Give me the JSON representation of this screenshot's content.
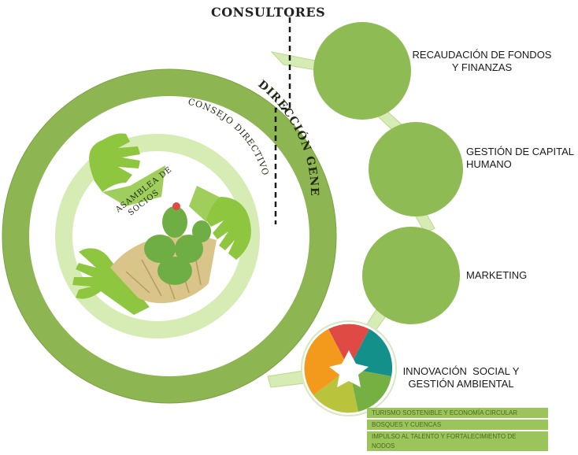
{
  "diagram": {
    "top_label": "CONSULTORES",
    "outer_ring_label": "DIRECCIÓN GENERAL",
    "middle_ring_label": "CONSEJO DIRECTIVO",
    "inner_label_line1": "ASAMBLEA DE",
    "inner_label_line2": "SOCIOS",
    "nodes": [
      {
        "line1": "RECAUDACIÓN DE FONDOS",
        "line2": "Y FINANZAS"
      },
      {
        "line1": "GESTIÓN DE CAPITAL",
        "line2": "HUMANO"
      },
      {
        "line1": "MARKETING",
        "line2": ""
      },
      {
        "line1": "INNOVACIÓN  SOCIAL Y",
        "line2": "GESTIÓN AMBIENTAL"
      }
    ],
    "sub_items": [
      "TURISMO SOSTENIBLE Y ECONOMÍA CIRCULAR",
      "BOSQUES Y CUENCAS",
      "IMPULSO AL TALENTO Y FORTALECIMIENTO DE",
      "NODOS"
    ],
    "colors": {
      "dark_green": "#8db551",
      "node_green": "#8fbb54",
      "light_green": "#d6ecb4",
      "hand_green": "#8ec63f",
      "red": "#e04a44",
      "teal": "#13908a",
      "orange": "#f39a1c",
      "olive": "#b9c33c"
    }
  }
}
